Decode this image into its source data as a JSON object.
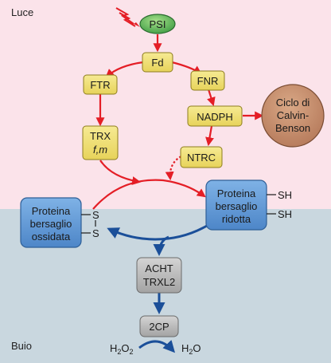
{
  "regions": {
    "light": "Luce",
    "dark": "Buio"
  },
  "nodes": {
    "psi": "PSI",
    "fd": "Fd",
    "ftr": "FTR",
    "fnr": "FNR",
    "nadph": "NADPH",
    "trx_line1": "TRX",
    "trx_line2": "f,m",
    "ntrc": "NTRC",
    "calvin_line1": "Ciclo di",
    "calvin_line2": "Calvin-",
    "calvin_line3": "Benson",
    "reduced_line1": "Proteina",
    "reduced_line2": "bersaglio",
    "reduced_line3": "ridotta",
    "oxidized_line1": "Proteina",
    "oxidized_line2": "bersaglio",
    "oxidized_line3": "ossidata",
    "acht_line1": "ACHT",
    "acht_line2": "TRXL2",
    "twocp": "2CP"
  },
  "labels": {
    "sh_top": "SH",
    "sh_bottom": "SH",
    "s_top": "S",
    "s_bottom": "S",
    "h2o2_base": "H",
    "h2o2_sub1": "2",
    "h2o2_mid": "O",
    "h2o2_sub2": "2",
    "h2o_base": "H",
    "h2o_sub": "2",
    "h2o_end": "O"
  },
  "colors": {
    "light_bg": "#fbe3ea",
    "dark_bg": "#c9d7df",
    "red_arrow": "#e41e26",
    "blue_arrow": "#1b4f99",
    "yellow_box": "#f2e27a",
    "psi_green": "#5fb95a",
    "calvin_brown": "#c9926d",
    "blue_box": "#5f9ad8",
    "gray_box": "#b9b9b9"
  }
}
